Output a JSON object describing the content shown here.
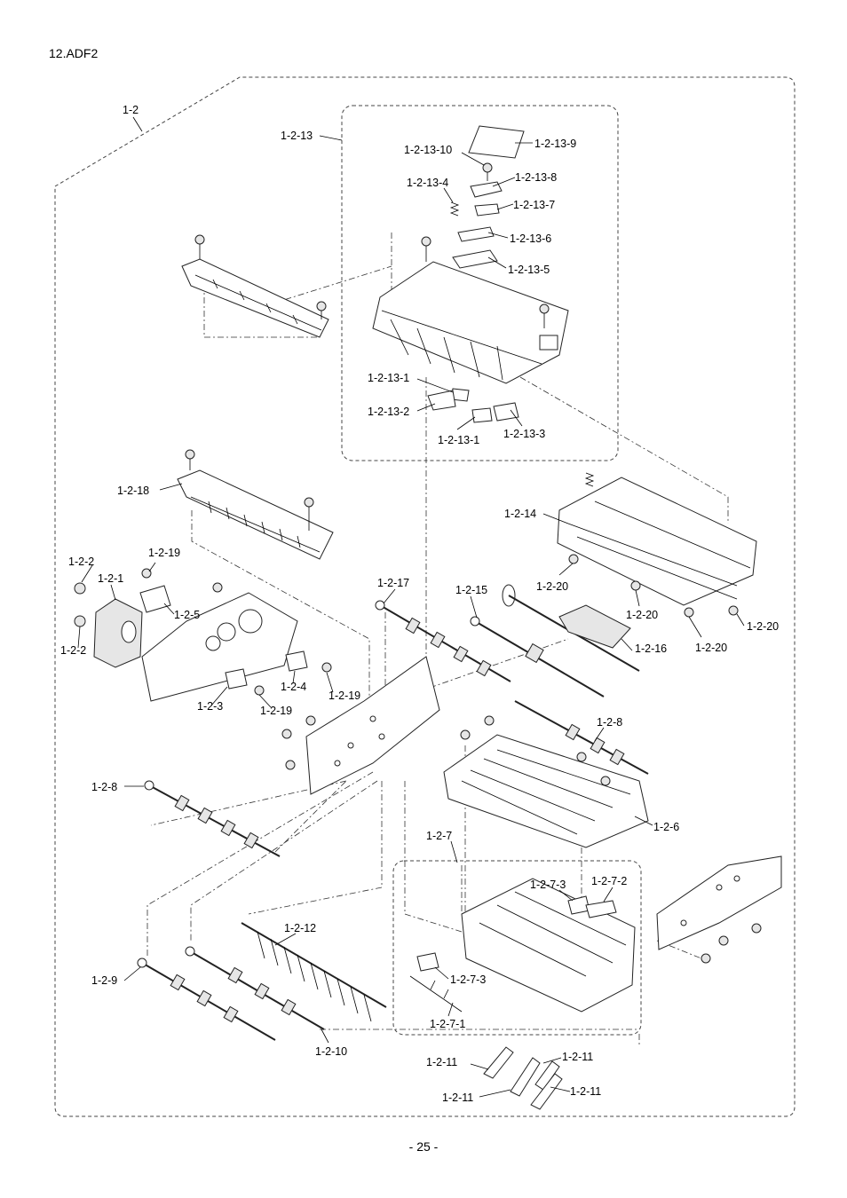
{
  "header": {
    "section_title": "12.ADF2"
  },
  "footer": {
    "page_number": "- 25 -"
  },
  "labels": {
    "l_1_2": "1-2",
    "l_1_2_13": "1-2-13",
    "l_1_2_13_9": "1-2-13-9",
    "l_1_2_13_10": "1-2-13-10",
    "l_1_2_13_8": "1-2-13-8",
    "l_1_2_13_4": "1-2-13-4",
    "l_1_2_13_7": "1-2-13-7",
    "l_1_2_13_6": "1-2-13-6",
    "l_1_2_13_5": "1-2-13-5",
    "l_1_2_13_1a": "1-2-13-1",
    "l_1_2_13_2": "1-2-13-2",
    "l_1_2_13_1b": "1-2-13-1",
    "l_1_2_13_3": "1-2-13-3",
    "l_1_2_18": "1-2-18",
    "l_1_2_14": "1-2-14",
    "l_1_2_20a": "1-2-20",
    "l_1_2_20b": "1-2-20",
    "l_1_2_20c": "1-2-20",
    "l_1_2_20d": "1-2-20",
    "l_1_2_2a": "1-2-2",
    "l_1_2_19a": "1-2-19",
    "l_1_2_1": "1-2-1",
    "l_1_2_5": "1-2-5",
    "l_1_2_2b": "1-2-2",
    "l_1_2_17": "1-2-17",
    "l_1_2_15": "1-2-15",
    "l_1_2_16": "1-2-16",
    "l_1_2_4": "1-2-4",
    "l_1_2_19b": "1-2-19",
    "l_1_2_3": "1-2-3",
    "l_1_2_19c": "1-2-19",
    "l_1_2_8a": "1-2-8",
    "l_1_2_8b": "1-2-8",
    "l_1_2_6": "1-2-6",
    "l_1_2_7": "1-2-7",
    "l_1_2_7_3a": "1-2-7-3",
    "l_1_2_7_2": "1-2-7-2",
    "l_1_2_12": "1-2-12",
    "l_1_2_7_3b": "1-2-7-3",
    "l_1_2_9": "1-2-9",
    "l_1_2_7_1": "1-2-7-1",
    "l_1_2_10": "1-2-10",
    "l_1_2_11a": "1-2-11",
    "l_1_2_11b": "1-2-11",
    "l_1_2_11c": "1-2-11",
    "l_1_2_11d": "1-2-11"
  }
}
